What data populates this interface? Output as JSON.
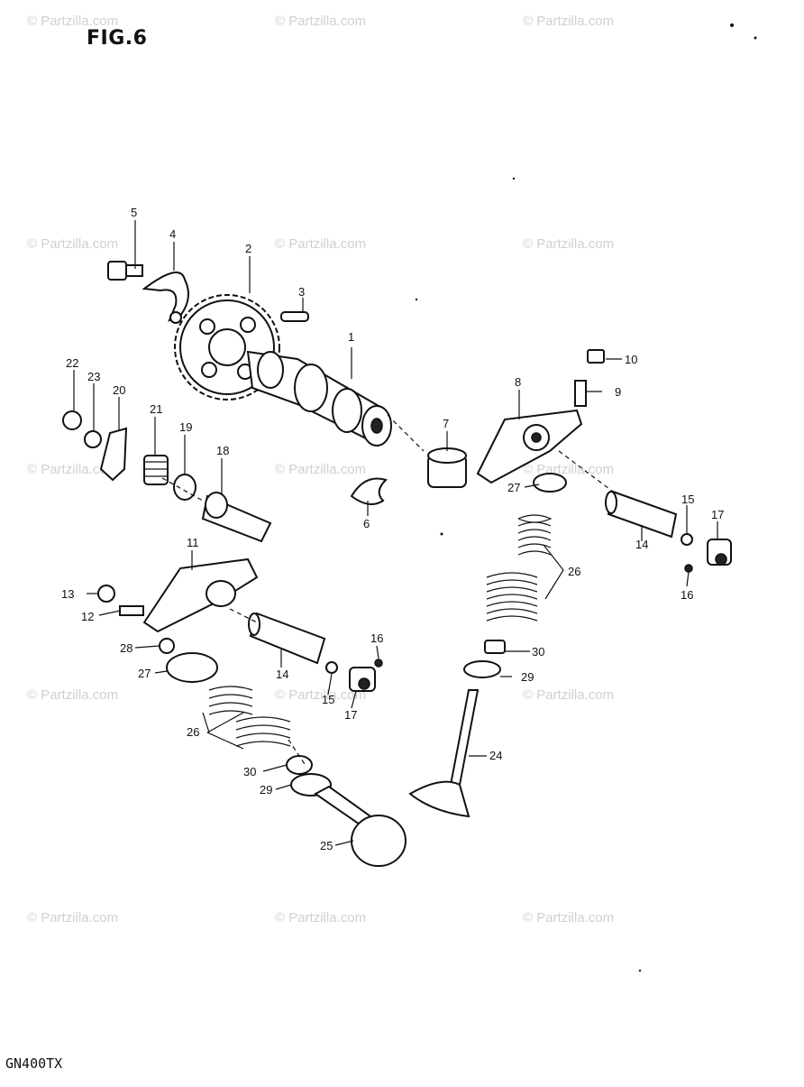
{
  "figure_label": "FIG.6",
  "model_code": "GN400TX",
  "watermark_text": "© Partzilla.com",
  "callouts": [
    "1",
    "2",
    "3",
    "4",
    "5",
    "6",
    "7",
    "8",
    "9",
    "10",
    "11",
    "12",
    "13",
    "14",
    "14",
    "15",
    "15",
    "16",
    "16",
    "17",
    "17",
    "18",
    "19",
    "20",
    "21",
    "22",
    "23",
    "24",
    "25",
    "26",
    "26",
    "27",
    "27",
    "28",
    "29",
    "29",
    "30",
    "30"
  ]
}
